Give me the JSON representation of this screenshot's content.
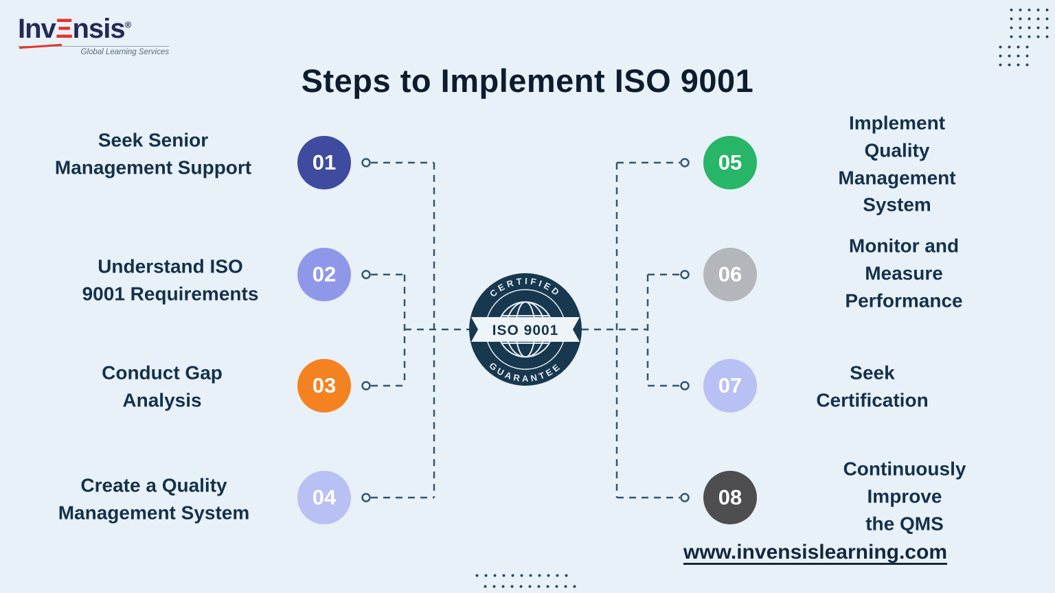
{
  "brand": {
    "name_pre": "Inv",
    "name_e": "Ξ",
    "name_post": "nsis",
    "registered": "®",
    "tagline": "Global Learning Services"
  },
  "title": "Steps to Implement ISO 9001",
  "badge": {
    "top_text": "CERTIFIED",
    "center_text": "ISO 9001",
    "bottom_text": "GUARANTEE"
  },
  "steps_left": [
    {
      "number": "01",
      "label": "Seek Senior\nManagement Support",
      "color": "#3e4b9e"
    },
    {
      "number": "02",
      "label": "Understand ISO\n9001 Requirements",
      "color": "#8f98e8"
    },
    {
      "number": "03",
      "label": "Conduct Gap\nAnalysis",
      "color": "#f58220"
    },
    {
      "number": "04",
      "label": "Create a Quality\nManagement System",
      "color": "#b9c0f3"
    }
  ],
  "steps_right": [
    {
      "number": "05",
      "label": "Implement Quality\nManagement System",
      "color": "#27b567"
    },
    {
      "number": "06",
      "label": "Monitor and Measure\nPerformance",
      "color": "#b3b6ba"
    },
    {
      "number": "07",
      "label": "Seek\nCertification",
      "color": "#b9c0f3"
    },
    {
      "number": "08",
      "label": "Continuously Improve\nthe QMS",
      "color": "#4e4e50"
    }
  ],
  "footer": {
    "website": "www.invensislearning.com"
  },
  "colors": {
    "background": "#e8f1f8",
    "connector": "#33556e",
    "badge_navy": "#183850",
    "accent_red": "#e8332a",
    "logo_navy": "#232a56",
    "title_text": "#0d1c2e",
    "step_text": "#15314b"
  }
}
